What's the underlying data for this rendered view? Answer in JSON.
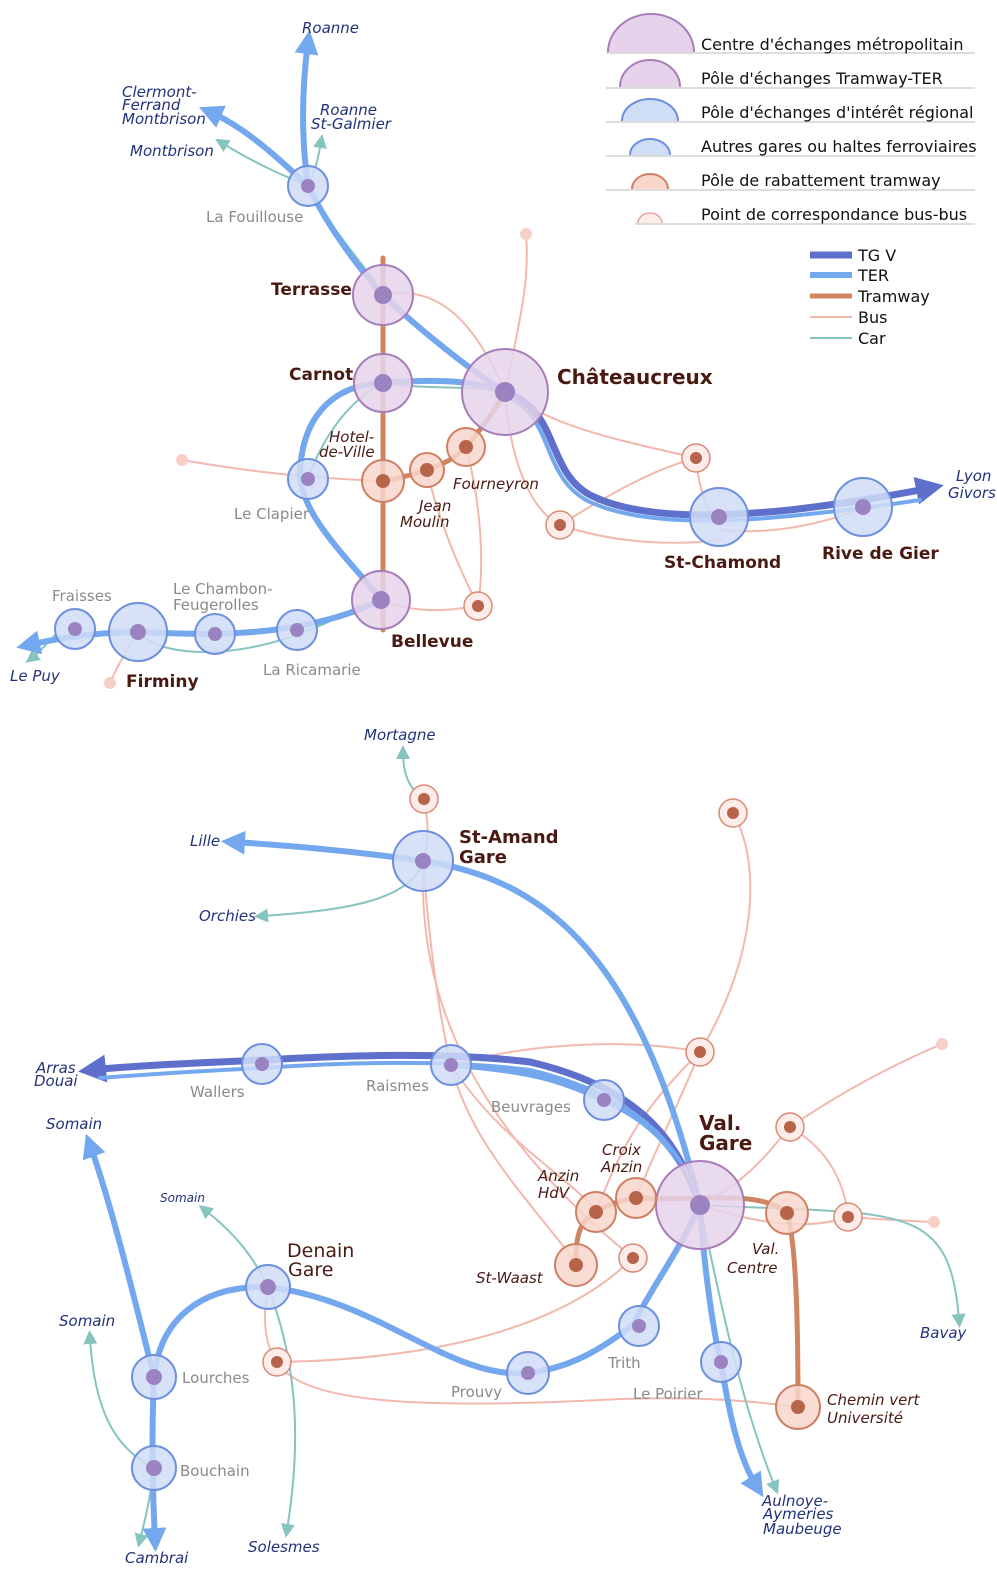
{
  "colors": {
    "tgv": "#5f6fcc",
    "ter": "#74a8ee",
    "tram": "#cf8560",
    "bus": "#f2b8ae",
    "car": "#86c4c0",
    "hub_purple": "#e6d3eb",
    "hub_purple_stroke": "#a77db9",
    "regional_blue": "#d0ddf7",
    "regional_blue_stroke": "#6d8fe0",
    "tram_pole": "#f8d6cb",
    "tram_pole_stroke": "#cf7f62",
    "station_dot": "#9b83c2",
    "tram_dot": "#b7644a"
  },
  "legend": {
    "hubs": [
      {
        "id": "metro",
        "label": "Centre d'échanges métropolitain"
      },
      {
        "id": "tramter",
        "label": "Pôle d'échanges Tramway-TER"
      },
      {
        "id": "regional",
        "label": "Pôle d'échanges d'intérêt régional"
      },
      {
        "id": "stations",
        "label": "Autres gares ou haltes ferroviaires"
      },
      {
        "id": "tramway",
        "label": "Pôle de rabattement tramway"
      },
      {
        "id": "busbus",
        "label": "Point de correspondance bus-bus"
      }
    ],
    "lines": [
      {
        "id": "tgv",
        "label": "TG V"
      },
      {
        "id": "ter",
        "label": "TER"
      },
      {
        "id": "tram",
        "label": "Tramway"
      },
      {
        "id": "bus",
        "label": "Bus"
      },
      {
        "id": "car",
        "label": "Car"
      }
    ]
  },
  "map1": {
    "stations": {
      "la_fouillouse": "La Fouillouse",
      "terrasse": "Terrasse",
      "carnot": "Carnot",
      "chateaucreux": "Châteaucreux",
      "hotel_de_ville": [
        "Hotel-",
        "de-Ville"
      ],
      "jean_moulin": [
        "Jean",
        "Moulin"
      ],
      "fourneyron": "Fourneyron",
      "le_clapier": "Le Clapier",
      "st_chamond": "St-Chamond",
      "rive_de_gier": "Rive de Gier",
      "bellevue": "Bellevue",
      "fraisses": "Fraisses",
      "le_chambon": [
        "Le Chambon-",
        "Feugerolles"
      ],
      "firminy": "Firminy",
      "la_ricamarie": "La Ricamarie"
    },
    "destinations": {
      "roanne": "Roanne",
      "clermont": [
        "Clermont-",
        "Ferrand",
        "Montbrison"
      ],
      "roanne_stg": [
        "Roanne",
        "St-Galmier"
      ],
      "montbrison": "Montbrison",
      "lyon": [
        "Lyon",
        "Givors"
      ],
      "le_puy": "Le Puy"
    }
  },
  "map2": {
    "stations": {
      "st_amand": [
        "St-Amand",
        "Gare"
      ],
      "wallers": "Wallers",
      "raismes": "Raismes",
      "beuvrages": "Beuvrages",
      "val_gare": [
        "Val.",
        "Gare"
      ],
      "croix_anzin": [
        "Croix",
        "Anzin"
      ],
      "anzin_hdv": [
        "Anzin",
        "HdV"
      ],
      "st_waast": "St-Waast",
      "val_centre": [
        "Val.",
        "Centre"
      ],
      "denain": [
        "Denain",
        "Gare"
      ],
      "lourches": "Lourches",
      "bouchain": "Bouchain",
      "prouvy": "Prouvy",
      "trith": "Trith",
      "le_poirier": "Le Poirier",
      "chemin_vert": [
        "Chemin vert",
        "Université"
      ]
    },
    "destinations": {
      "mortagne": "Mortagne",
      "lille": "Lille",
      "orchies": "Orchies",
      "arras": [
        "Arras",
        "Douai"
      ],
      "somain_top": "Somain",
      "somain_small": "Somain",
      "somain_mid": "Somain",
      "bavay": "Bavay",
      "aulnoye": [
        "Aulnoye-",
        "Aymeries",
        "Maubeuge"
      ],
      "cambrai": "Cambrai",
      "solesmes": "Solesmes"
    }
  }
}
